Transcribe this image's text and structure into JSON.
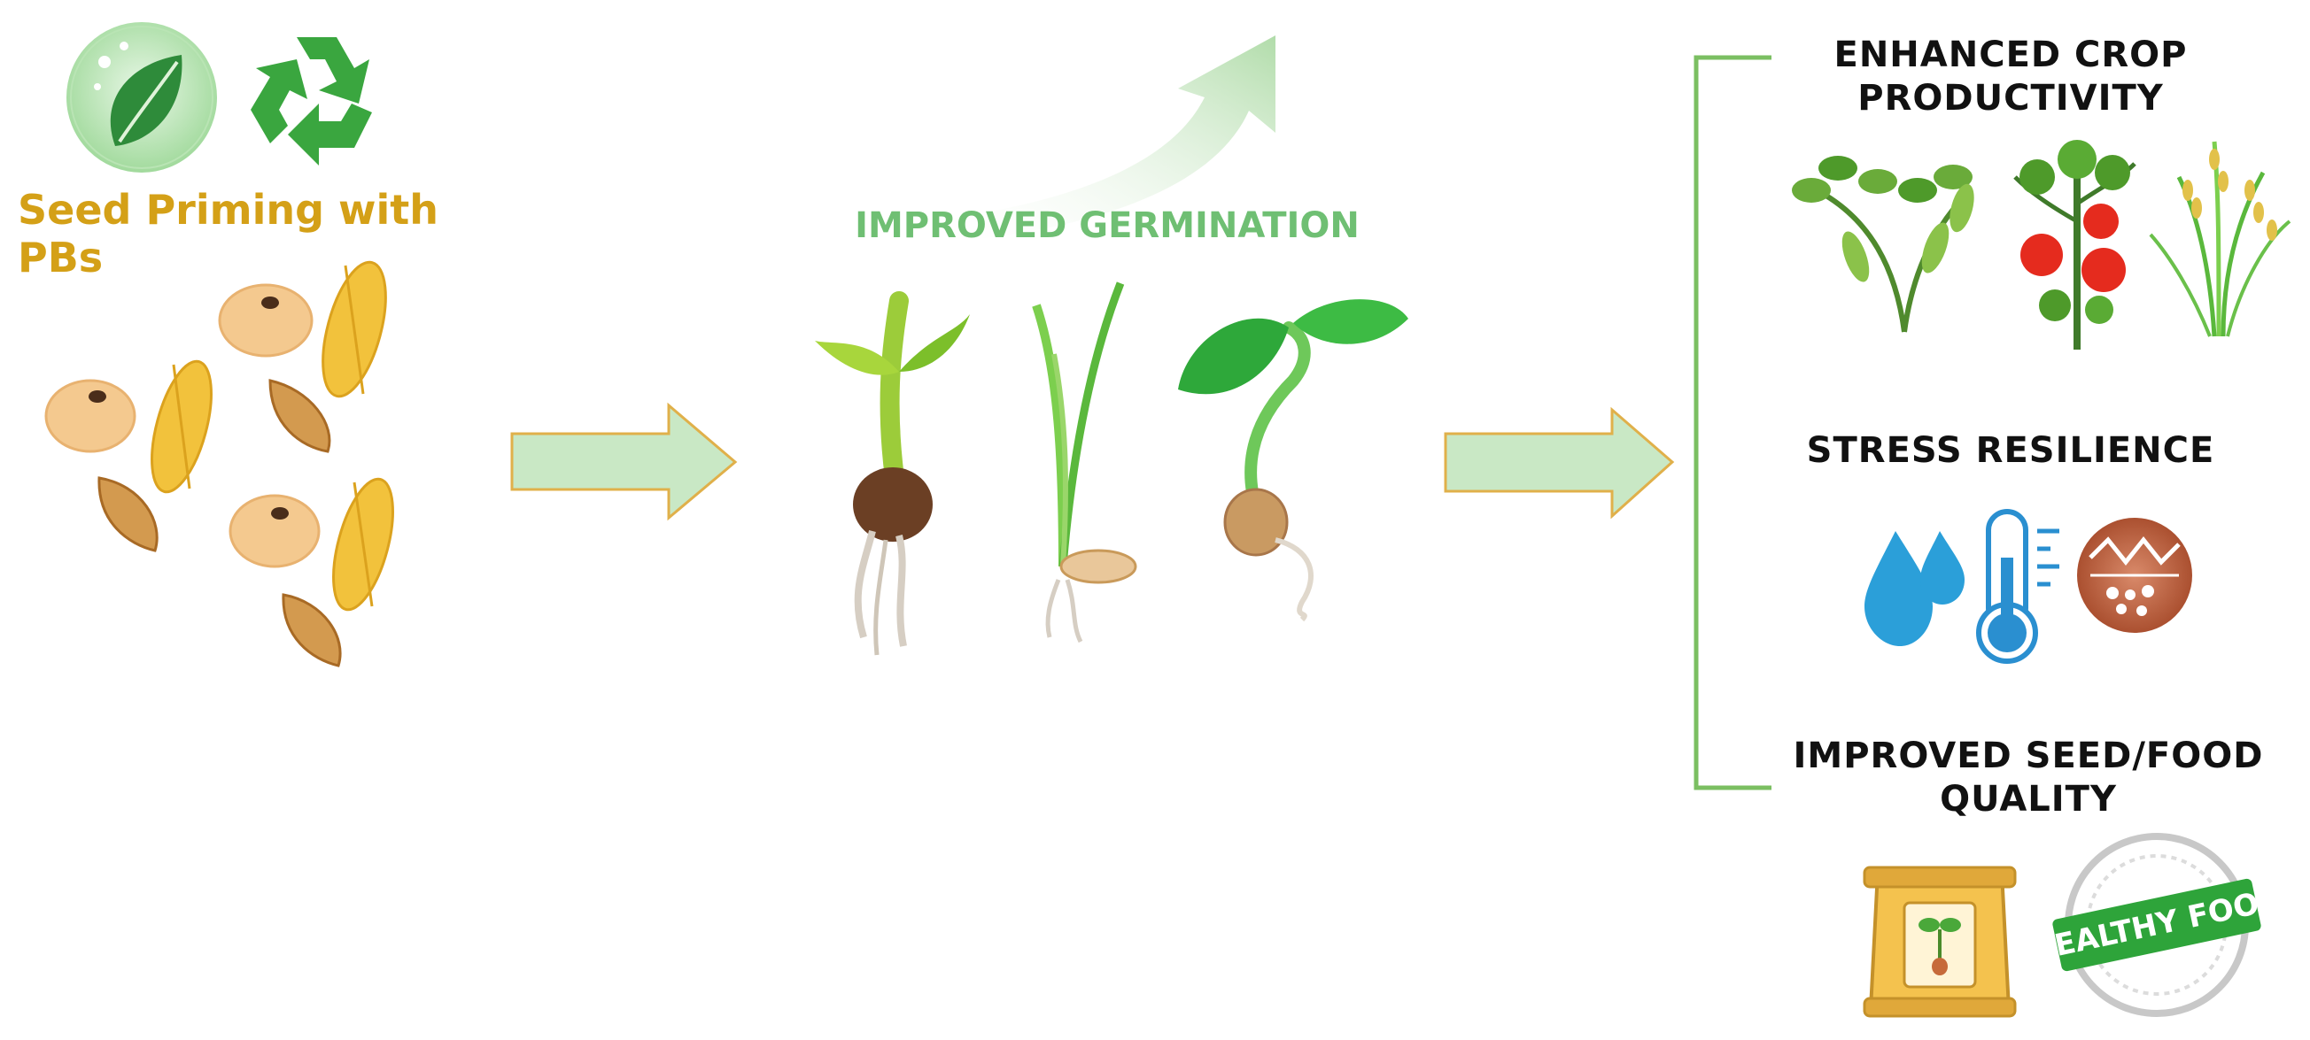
{
  "left": {
    "title": "Seed Priming with PBs",
    "icons": [
      "leaf-bubble-icon",
      "recycle-icon"
    ]
  },
  "middle": {
    "title": "IMPROVED GERMINATION",
    "icons": [
      "growth-arrow-icon",
      "seedling-icon",
      "grass-seedling-icon",
      "bean-sprout-icon"
    ]
  },
  "outcomes": [
    {
      "label": "ENHANCED CROP PRODUCTIVITY",
      "line1": "ENHANCED CROP",
      "line2": "PRODUCTIVITY",
      "icons": [
        "soybean-plant-icon",
        "tomato-plant-icon",
        "rice-plant-icon"
      ]
    },
    {
      "label": "STRESS RESILIENCE",
      "line1": "STRESS RESILIENCE",
      "icons": [
        "water-drops-icon",
        "thermometer-icon",
        "soil-salinity-icon"
      ]
    },
    {
      "label": "IMPROVED SEED/FOOD QUALITY",
      "line1": "IMPROVED SEED/FOOD",
      "line2": "QUALITY",
      "icons": [
        "seed-bag-icon",
        "healthy-food-stamp-icon"
      ]
    }
  ],
  "stamp": {
    "text": "HEALTHY FOOD"
  },
  "colors": {
    "seed_title": "#d4a017",
    "germ_title": "#6fbf73",
    "arrow_fill": "#c9e8c5",
    "arrow_stroke": "#e0b04a",
    "bracket": "#7bbf62"
  }
}
